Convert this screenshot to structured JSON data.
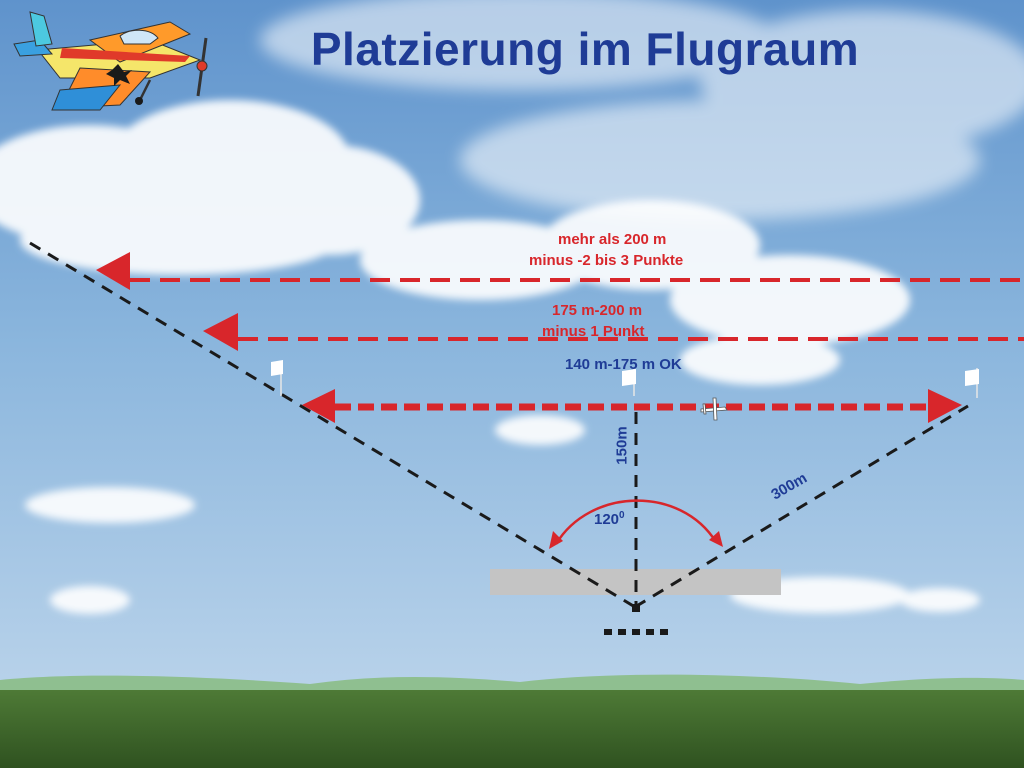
{
  "title": "Platzierung im Flugraum",
  "zones": [
    {
      "line1": "mehr als 200 m",
      "line2": "minus -2 bis 3 Punkte"
    },
    {
      "line1": "175 m-200 m",
      "line2": "minus 1 Punkt"
    },
    {
      "line1": "140 m-175 m OK",
      "line2": ""
    }
  ],
  "distances": {
    "vertical": "150m",
    "diagonal": "300m"
  },
  "angle": {
    "value": "120",
    "unit": "0"
  },
  "colors": {
    "title": "#1f3c96",
    "zone_lines": "#d8262b",
    "sight_lines": "#1a1a1a",
    "runway": "#c4c4c4",
    "grass": "#3f6a2c"
  },
  "icons": [
    "airplane-logo-icon",
    "flag-icon",
    "small-airplane-icon"
  ]
}
